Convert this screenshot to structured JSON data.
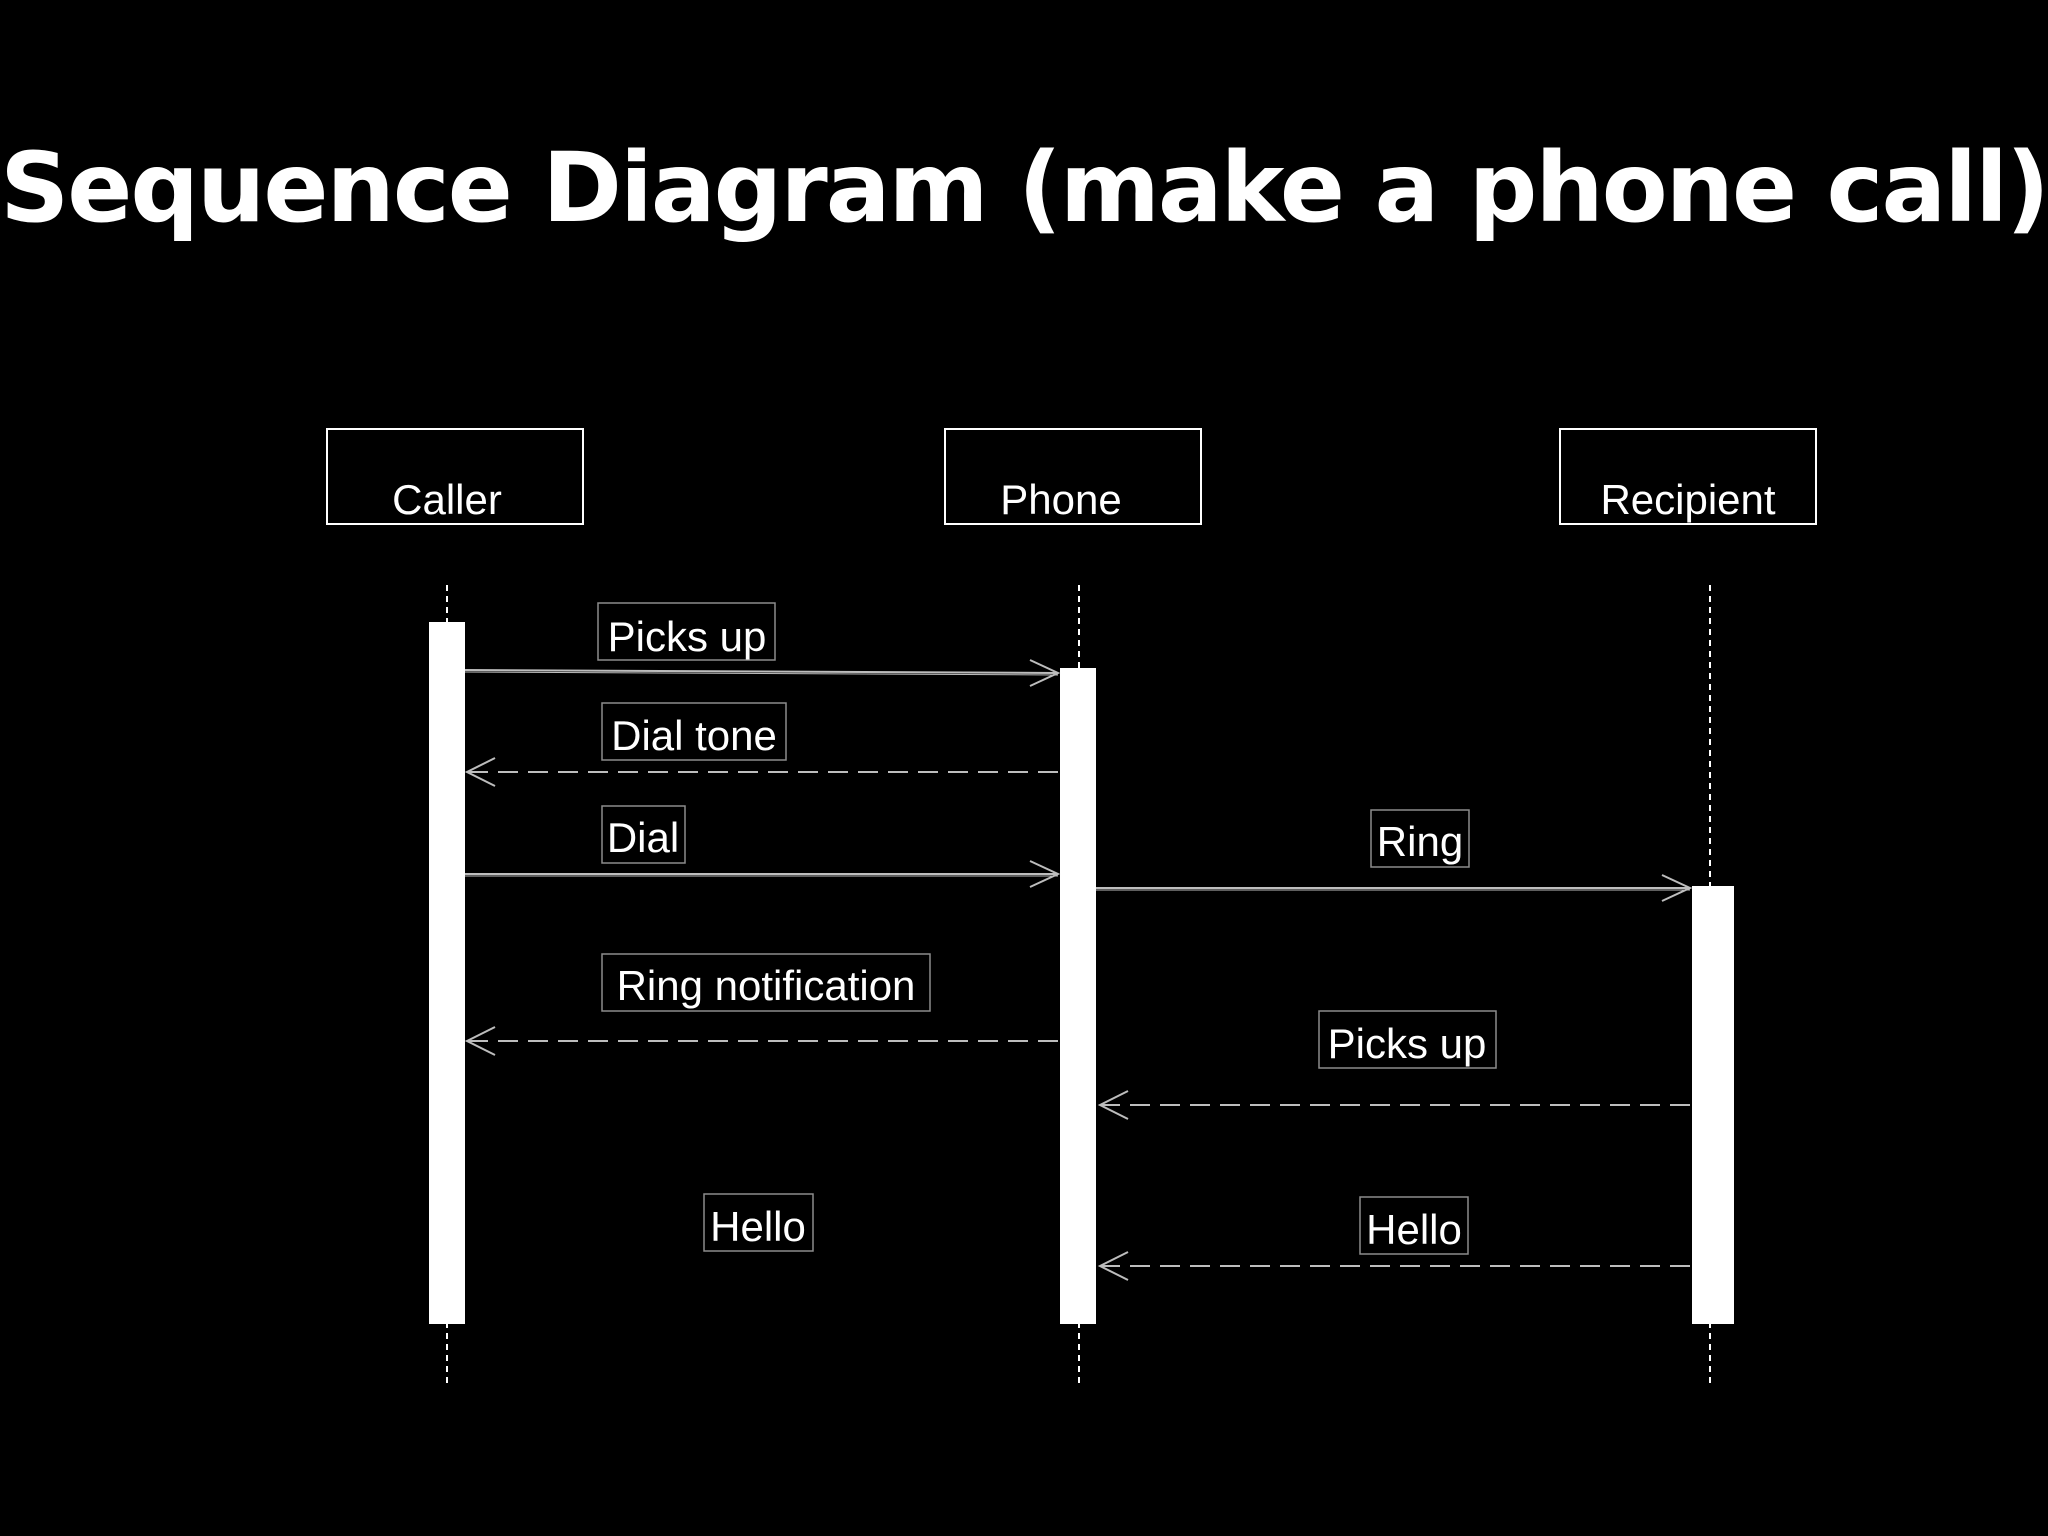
{
  "title": "Sequence Diagram (make a phone call)",
  "colors": {
    "background": "#000000",
    "foreground": "#ffffff",
    "label_border": "#8c8c8c",
    "message_line": "#bdbdbd"
  },
  "actors": [
    {
      "id": "caller",
      "label": "Caller"
    },
    {
      "id": "phone",
      "label": "Phone"
    },
    {
      "id": "recipient",
      "label": "Recipient"
    }
  ],
  "messages": [
    {
      "from": "caller",
      "to": "phone",
      "label": "Picks up",
      "style": "solid"
    },
    {
      "from": "phone",
      "to": "caller",
      "label": "Dial tone",
      "style": "dashed"
    },
    {
      "from": "caller",
      "to": "phone",
      "label": "Dial",
      "style": "solid"
    },
    {
      "from": "phone",
      "to": "recipient",
      "label": "Ring",
      "style": "solid"
    },
    {
      "from": "phone",
      "to": "caller",
      "label": "Ring notification",
      "style": "dashed"
    },
    {
      "from": "recipient",
      "to": "phone",
      "label": "Picks up",
      "style": "dashed"
    },
    {
      "from": "caller",
      "to": "phone",
      "label": "Hello",
      "style": "label-only"
    },
    {
      "from": "recipient",
      "to": "phone",
      "label": "Hello",
      "style": "dashed"
    }
  ]
}
